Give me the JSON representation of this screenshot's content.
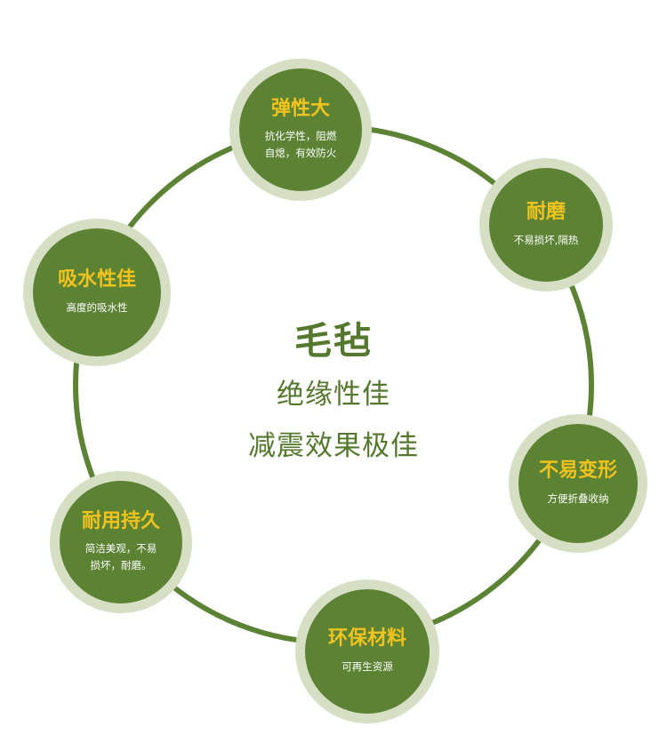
{
  "center": {
    "title": "毛毡",
    "line1": "绝缘性佳",
    "line2": "减震效果极佳"
  },
  "nodes": [
    {
      "title": "弹性大",
      "desc": "抗化学性，阻燃\n自熄，有效防火"
    },
    {
      "title": "耐磨",
      "desc": "不易损坏,隔热"
    },
    {
      "title": "不易变形",
      "desc": "方便折叠收纳"
    },
    {
      "title": "环保材料",
      "desc": "可再生资源"
    },
    {
      "title": "耐用持久",
      "desc": "简洁美观，不易\n损坏，耐磨。"
    },
    {
      "title": "吸水性佳",
      "desc": "高度的吸水性"
    }
  ],
  "colors": {
    "ring": "#5c8234",
    "node_fill": "#5c8234",
    "node_halo": "#d6dfc4",
    "node_title": "#f1c31e",
    "node_desc": "#ffffff",
    "center_text": "#55782f"
  }
}
